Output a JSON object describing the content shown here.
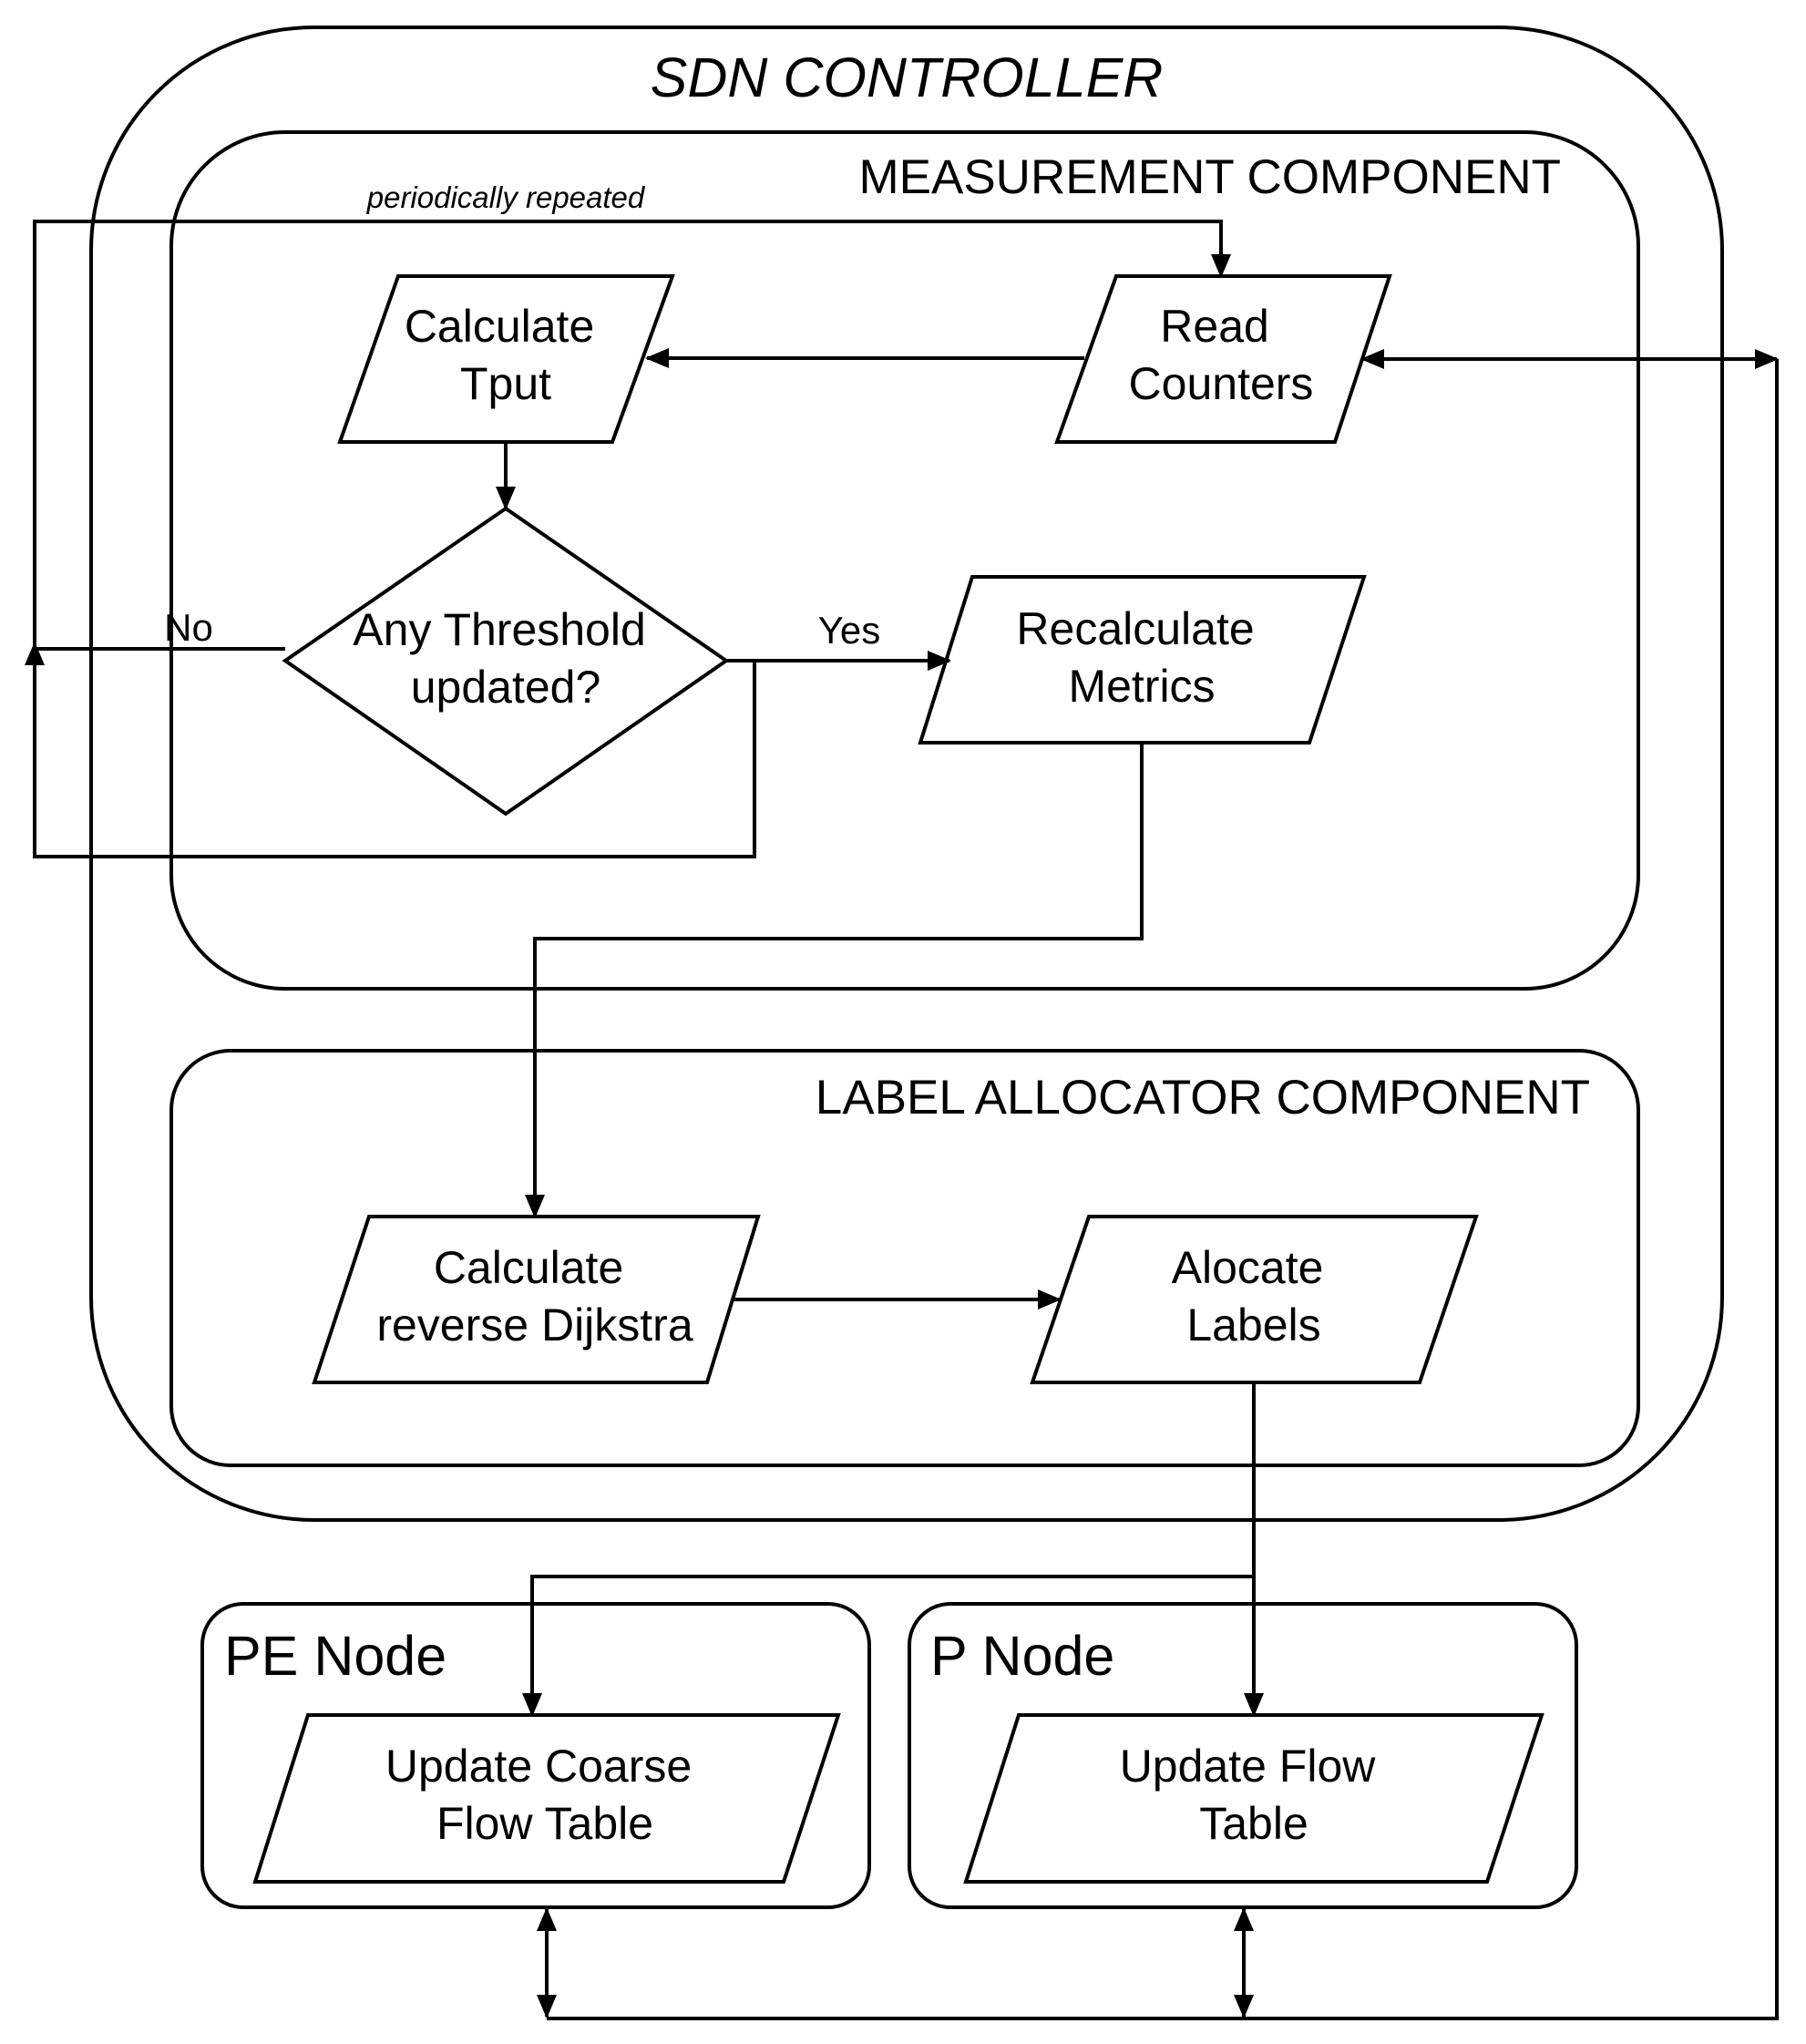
{
  "controller": {
    "title": "SDN CONTROLLER"
  },
  "measurement": {
    "title": "MEASUREMENT COMPONENT",
    "loop_label": "periodically repeated",
    "calc_tput": [
      "Calculate",
      "Tput"
    ],
    "read_counters": [
      "Read",
      "Counters"
    ],
    "decision": [
      "Any Threshold",
      "updated?"
    ],
    "recalc": [
      "Recalculate",
      "Metrics"
    ],
    "no_label": "No",
    "yes_label": "Yes"
  },
  "label_allocator": {
    "title": "LABEL ALLOCATOR COMPONENT",
    "calc_dijkstra": [
      "Calculate",
      "reverse Dijkstra"
    ],
    "allocate": [
      "Alocate",
      "Labels"
    ]
  },
  "pe_node": {
    "title": "PE Node",
    "action": [
      "Update Coarse",
      "Flow Table"
    ]
  },
  "p_node": {
    "title": "P Node",
    "action": [
      "Update Flow",
      "Table"
    ]
  },
  "colors": {
    "stroke": "#000000",
    "background": "#ffffff"
  }
}
